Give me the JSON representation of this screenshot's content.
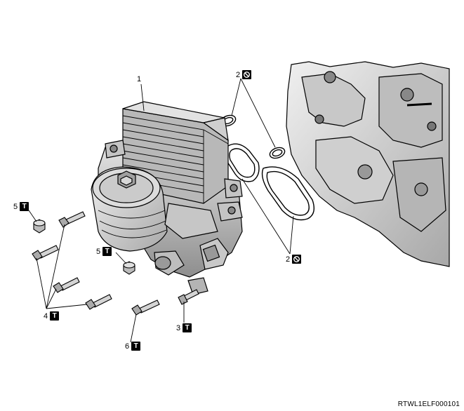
{
  "callouts": {
    "c1": {
      "number": "1"
    },
    "c2a": {
      "number": "2",
      "icon": "prohibited-icon"
    },
    "c2b": {
      "number": "2",
      "icon": "prohibited-icon"
    },
    "c3": {
      "number": "3",
      "icon": "torque-icon",
      "symbol": "T"
    },
    "c4": {
      "number": "4",
      "icon": "torque-icon",
      "symbol": "T"
    },
    "c5a": {
      "number": "5",
      "icon": "torque-icon",
      "symbol": "T"
    },
    "c5b": {
      "number": "5",
      "icon": "torque-icon",
      "symbol": "T"
    },
    "c6": {
      "number": "6",
      "icon": "torque-icon",
      "symbol": "T"
    }
  },
  "figure_code": "RTWL1ELF000101",
  "colors": {
    "line": "#000000",
    "part_fill": "#d4d4d4",
    "part_dark": "#9a9a9a",
    "badge": "#000000"
  }
}
